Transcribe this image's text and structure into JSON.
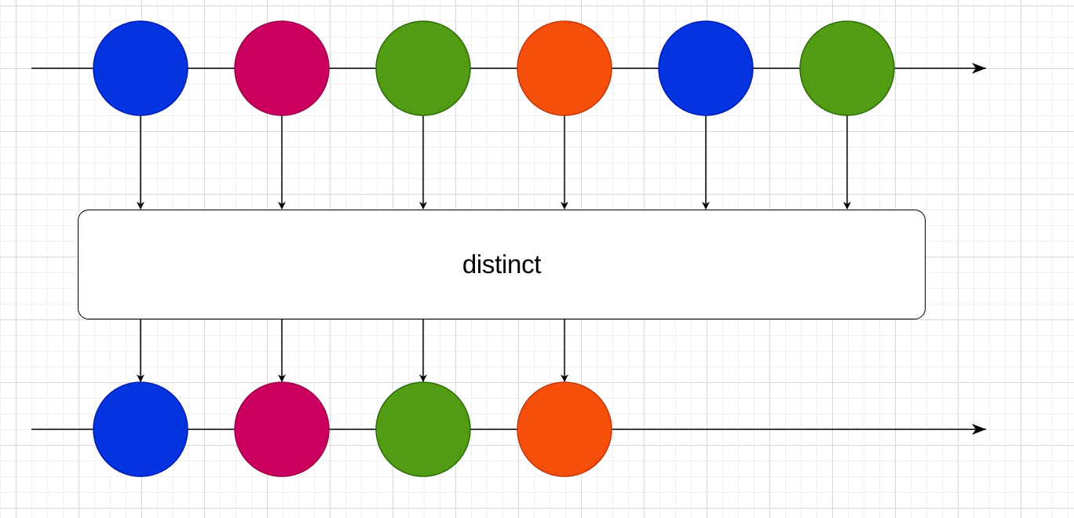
{
  "operator": {
    "label": "distinct"
  },
  "input_stream": {
    "marbles": [
      {
        "color": "blue",
        "fill": "#0433e0",
        "stroke": "#001dae"
      },
      {
        "color": "magenta",
        "fill": "#cc0060",
        "stroke": "#9c0045"
      },
      {
        "color": "green",
        "fill": "#529c13",
        "stroke": "#2d6b0a"
      },
      {
        "color": "orange",
        "fill": "#f64f0b",
        "stroke": "#c2370b"
      },
      {
        "color": "blue",
        "fill": "#0433e0",
        "stroke": "#001dae"
      },
      {
        "color": "green",
        "fill": "#529c13",
        "stroke": "#2d6b0a"
      }
    ]
  },
  "output_stream": {
    "marbles": [
      {
        "color": "blue",
        "fill": "#0433e0",
        "stroke": "#001dae"
      },
      {
        "color": "magenta",
        "fill": "#cc0060",
        "stroke": "#9c0045"
      },
      {
        "color": "green",
        "fill": "#529c13",
        "stroke": "#2d6b0a"
      },
      {
        "color": "orange",
        "fill": "#f64f0b",
        "stroke": "#c2370b"
      }
    ]
  },
  "style": {
    "line_color": "#000000",
    "grid_color": "#d9d9d9"
  }
}
